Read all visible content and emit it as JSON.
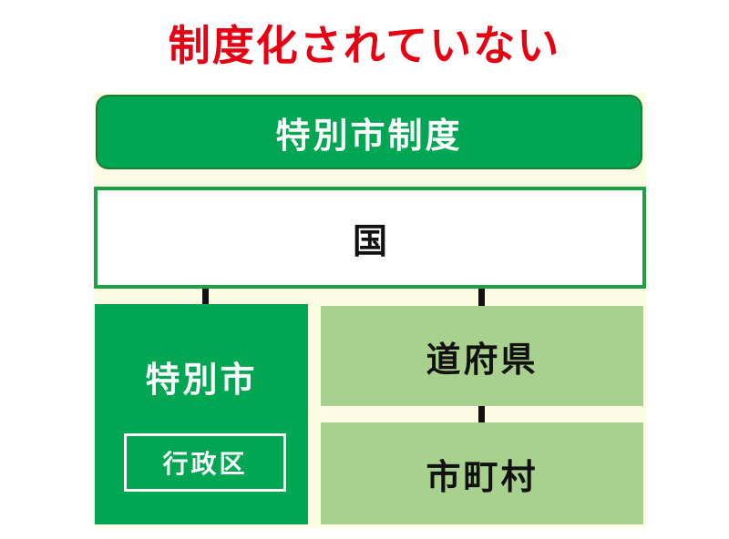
{
  "title": "制度化されていない",
  "header": {
    "label": "特別市制度"
  },
  "country": {
    "label": "国"
  },
  "special_city": {
    "label": "特別市",
    "ward_label": "行政区"
  },
  "prefecture": {
    "label": "道府県"
  },
  "municipality": {
    "label": "市町村"
  },
  "colors": {
    "title_red": "#e60012",
    "green_dark": "#00a651",
    "green_light": "#a9d18e",
    "border_green": "#1fa047"
  }
}
